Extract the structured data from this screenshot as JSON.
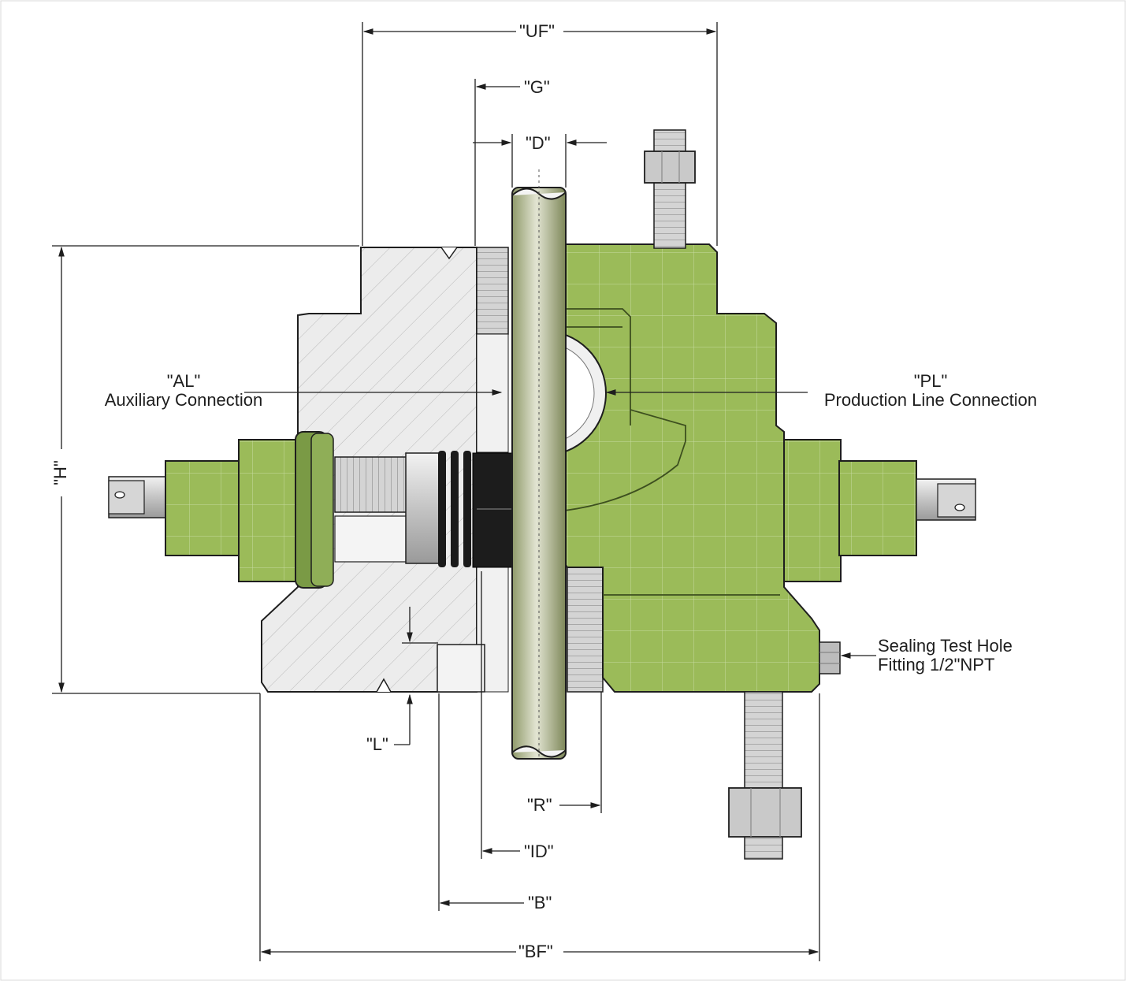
{
  "dimensions": {
    "uf": "\"UF\"",
    "g": "\"G\"",
    "d": "\"D\"",
    "h": "\"H\"",
    "l": "\"L\"",
    "r": "\"R\"",
    "id": "\"ID\"",
    "b": "\"B\"",
    "bf": "\"BF\""
  },
  "callouts": {
    "al": {
      "code": "\"AL\"",
      "text": "Auxiliary Connection"
    },
    "pl": {
      "code": "\"PL\"",
      "text": "Production Line Connection"
    },
    "sealing": {
      "line1": "Sealing Test Hole",
      "line2": "Fitting 1/2\"NPT"
    }
  },
  "colors": {
    "body_green": "#9bbb59",
    "body_green_dark": "#6f8f3a",
    "section_gray": "#e9e9e9",
    "steel": "#c9c9c9",
    "packing_black": "#1a1a1a",
    "outline": "#1e1e1e"
  }
}
